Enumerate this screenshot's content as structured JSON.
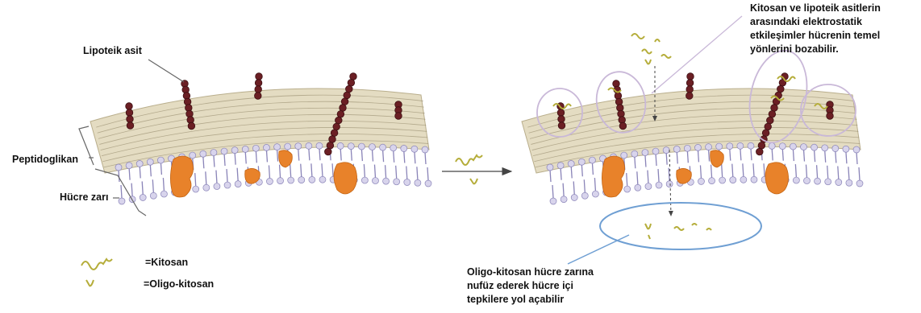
{
  "labels": {
    "lipoteichoic_acid": "Lipoteik asit",
    "peptidoglycan": "Peptidoglikan",
    "cell_membrane": "Hücre zarı"
  },
  "legend": {
    "chitosan": "=Kitosan",
    "oligo_chitosan": "=Oligo-kitosan"
  },
  "annotations": {
    "electrostatic": "Kitosan ve lipoteik asitlerin\narasındaki elektrostatik\netkileşimler hücrenin temel\nyönlerini bozabilir.",
    "penetration": "Oligo-kitosan hücre zarına\nnufüz ederek hücre içi\ntepkilere yol açabilir"
  },
  "colors": {
    "cell_wall": "#e4dcc2",
    "cell_wall_fiber": "#8a7f60",
    "lipoteichoic_bead": "#6b1f24",
    "lipid_head": "#d8d4ec",
    "lipid_tail": "#8a84b8",
    "membrane_protein": "#e8822a",
    "chitosan": "#b5ad3a",
    "ellipse": "#c9b8d8",
    "callout_line": "#8fb0d8",
    "cytoplasm_ellipse": "#6f9fd3",
    "arrow": "#444444"
  }
}
